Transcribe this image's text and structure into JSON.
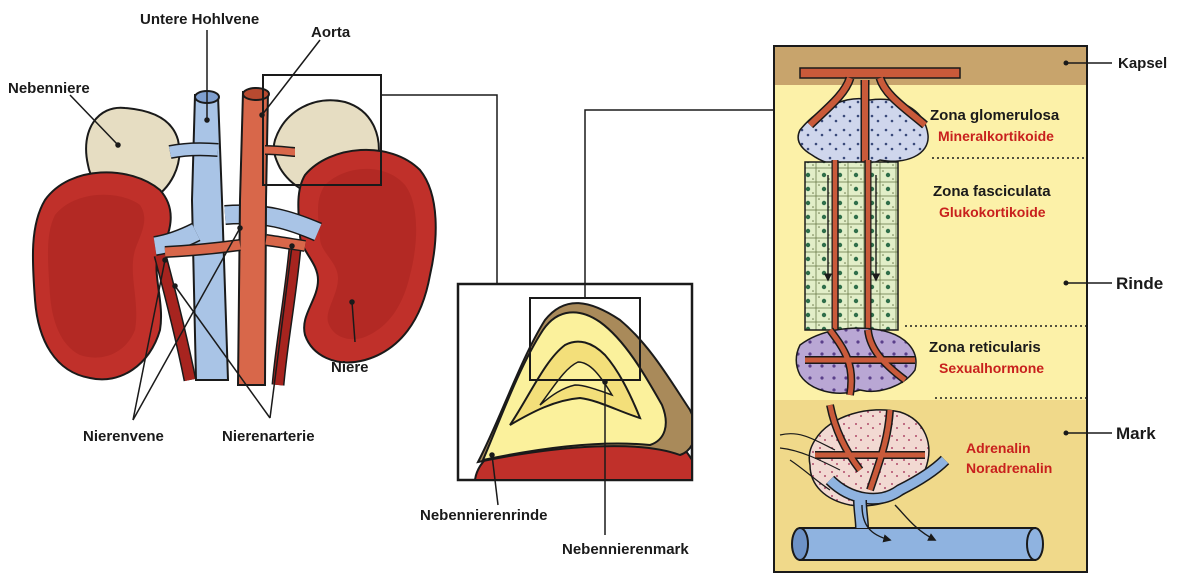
{
  "labels": {
    "untere_hohlvene": "Untere Hohlvene",
    "aorta": "Aorta",
    "nebenniere": "Nebenniere",
    "niere": "Niere",
    "nierenvene": "Nierenvene",
    "nierenarterie": "Nierenarterie",
    "nebennierenrinde": "Nebennierenrinde",
    "nebennierenmark": "Nebennierenmark",
    "kapsel": "Kapsel",
    "rinde": "Rinde",
    "mark": "Mark"
  },
  "zones": {
    "glomerulosa": "Zona glomerulosa",
    "glomerulosa_hormone": "Mineralkortikoide",
    "fasciculata": "Zona fasciculata",
    "fasciculata_hormone": "Glukokortikoide",
    "reticularis": "Zona reticularis",
    "reticularis_hormone": "Sexualhormone",
    "medulla_hormone_1": "Adrenalin",
    "medulla_hormone_2": "Noradrenalin"
  },
  "colors": {
    "kidney": "#c0302a",
    "kidney_dark": "#8e1f1a",
    "vein": "#a9c4e6",
    "artery": "#d8674a",
    "adrenal": "#e6ddc2",
    "cortex_bg": "#fcf1a8",
    "medulla_bg": "#f0d98a",
    "capsule": "#c8a46c",
    "hormone_text": "#c8201d"
  }
}
